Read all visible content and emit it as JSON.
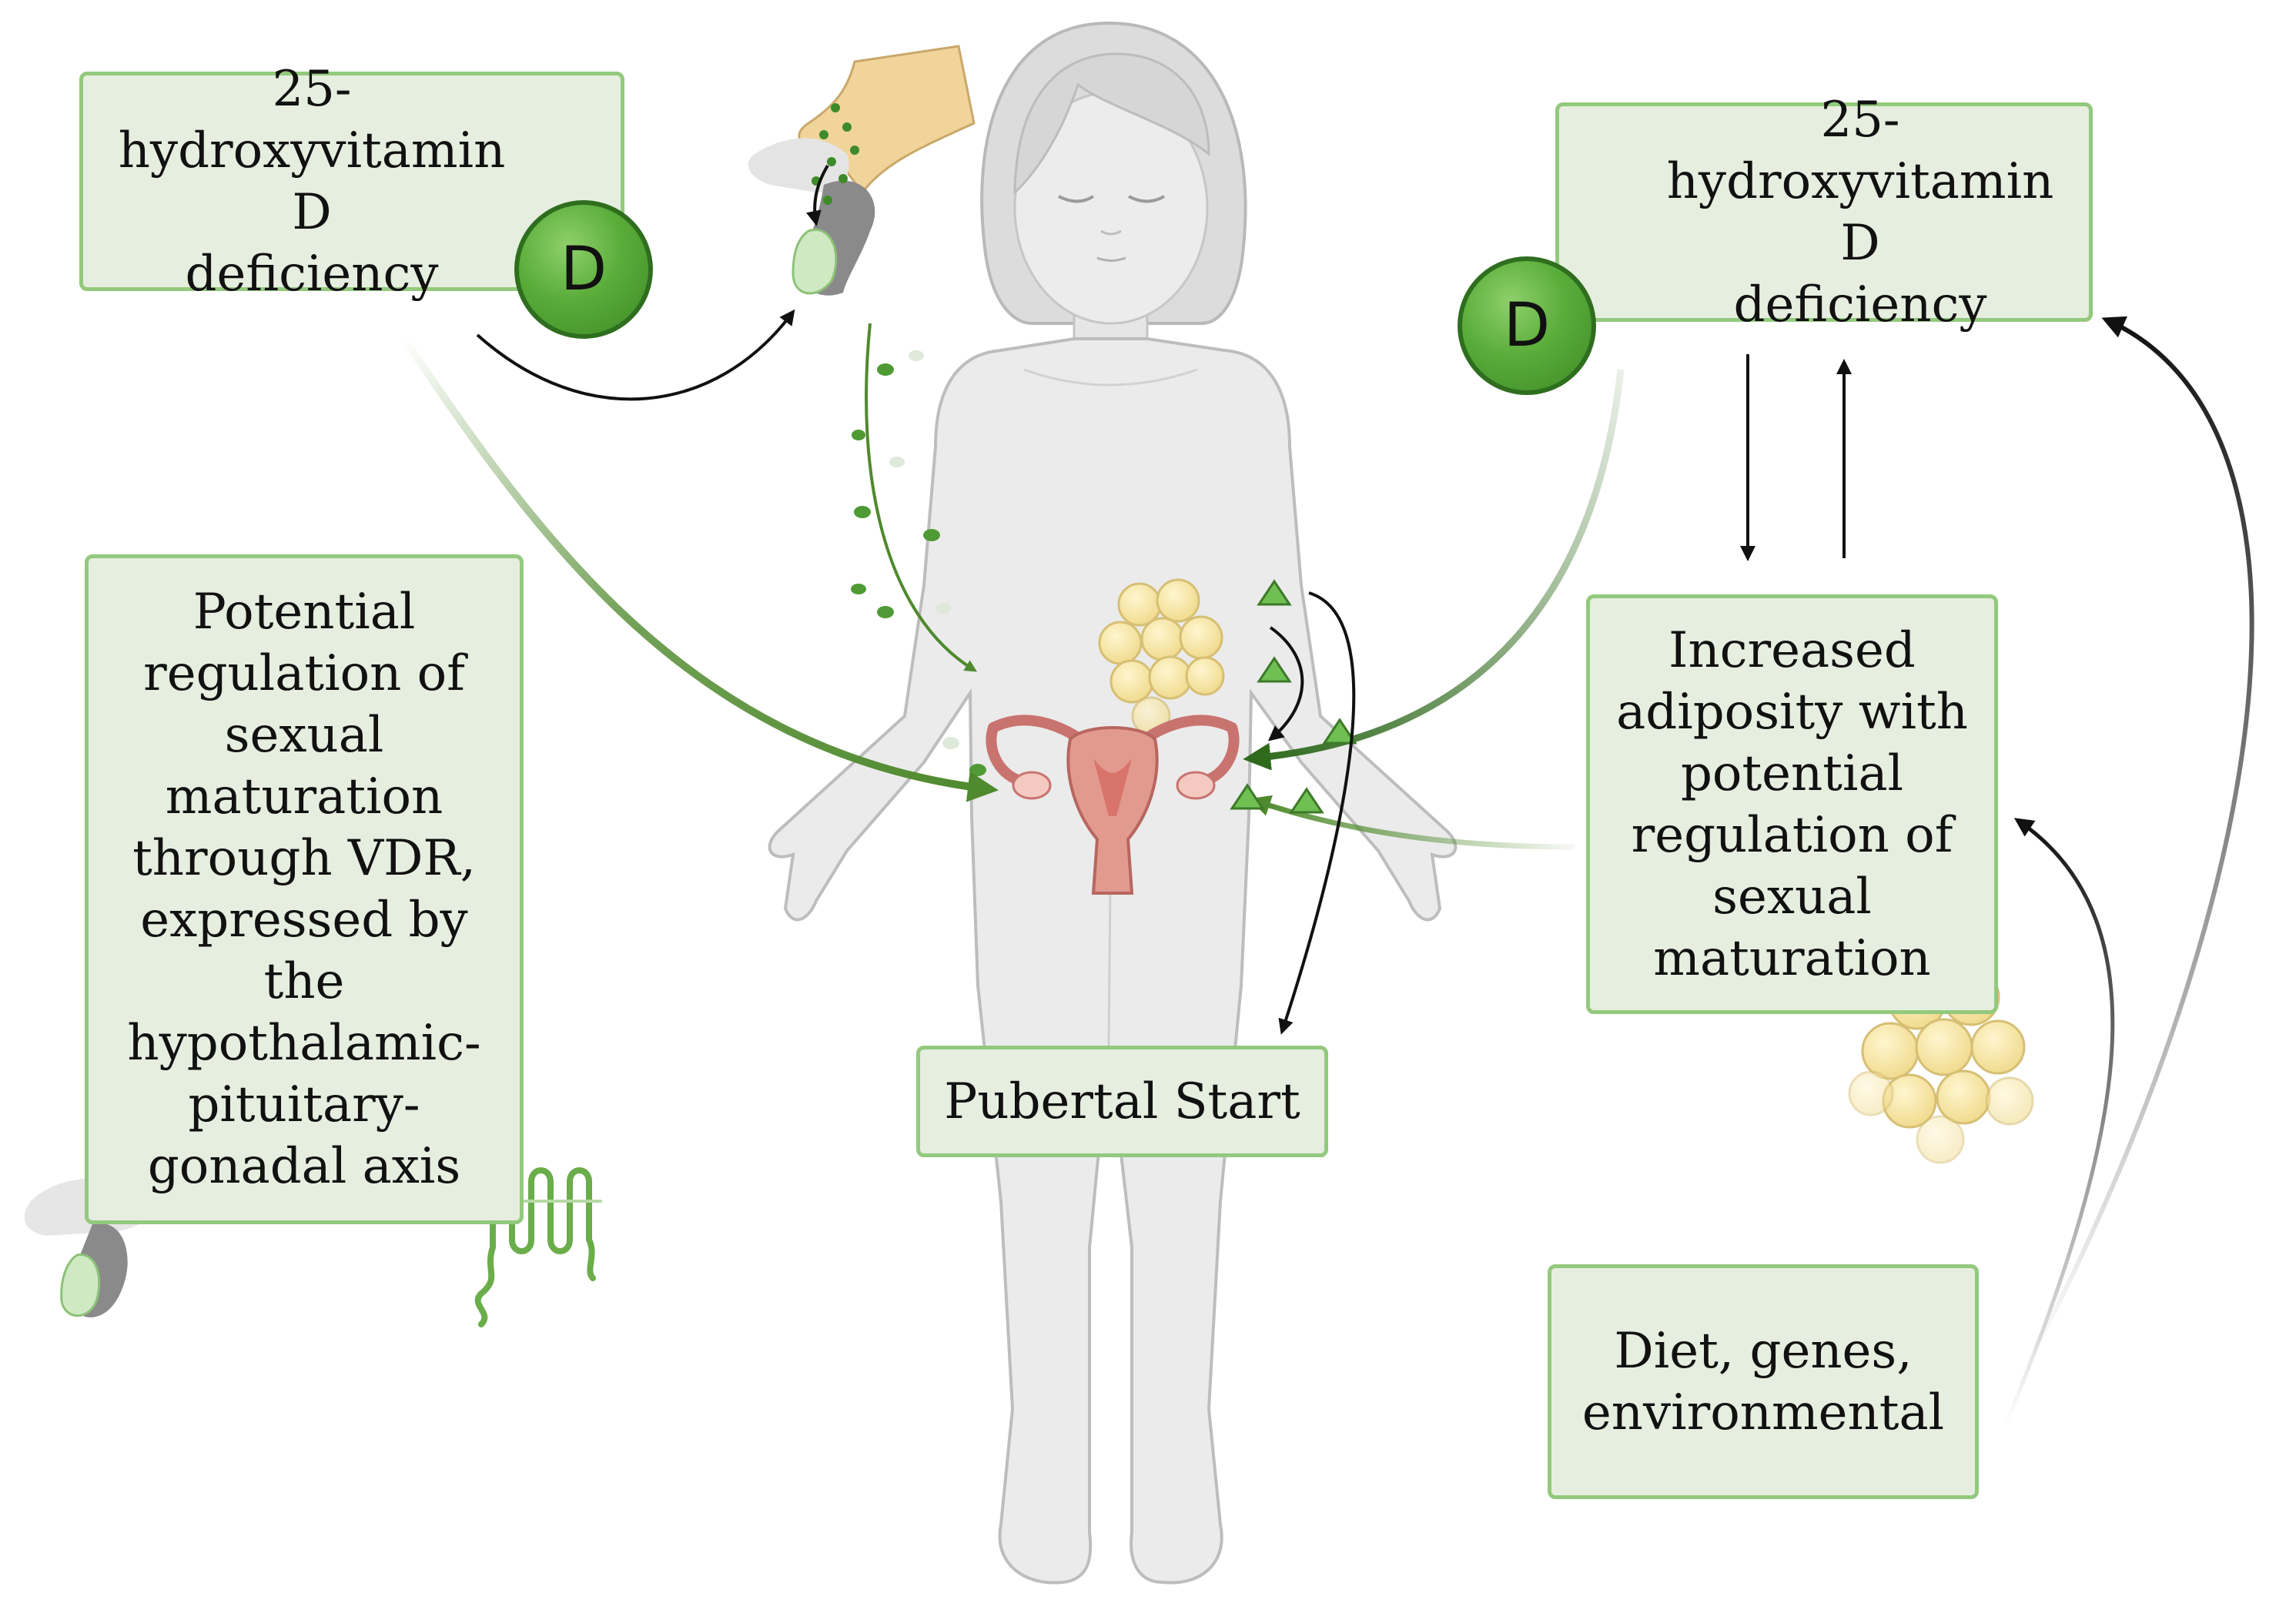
{
  "boxes": {
    "vitd_left": "25-\nhydroxyvitamin D\ndeficiency",
    "vitd_right": "25-\nhydroxyvitamin D\ndeficiency",
    "vdr_regulation": "Potential\nregulation of\nsexual\nmaturation\nthrough VDR,\nexpressed by the\nhypothalamic-\npituitary-\ngonadal axis",
    "adiposity": "Increased\nadiposity with\npotential\nregulation of\nsexual maturation",
    "pubertal_start": "Pubertal Start",
    "factors": "Diet, genes,\nenvironmental"
  },
  "badges": {
    "vitamin_d_left": "D",
    "vitamin_d_right": "D"
  },
  "icons": {
    "body": "child-body-icon",
    "uterus": "uterus-ovaries-icon",
    "pituitary": "hypothalamus-pituitary-icon",
    "fat": "adipocyte-cluster-icon",
    "receptor": "vdr-receptor-icon"
  },
  "colors": {
    "box_fill": "#e6eedf",
    "box_border": "#93c97d",
    "arrow_green": "#4f8a2e",
    "arrow_black": "#111111",
    "body_fill": "#ebebeb",
    "fat_fill": "#f7e7a8"
  }
}
